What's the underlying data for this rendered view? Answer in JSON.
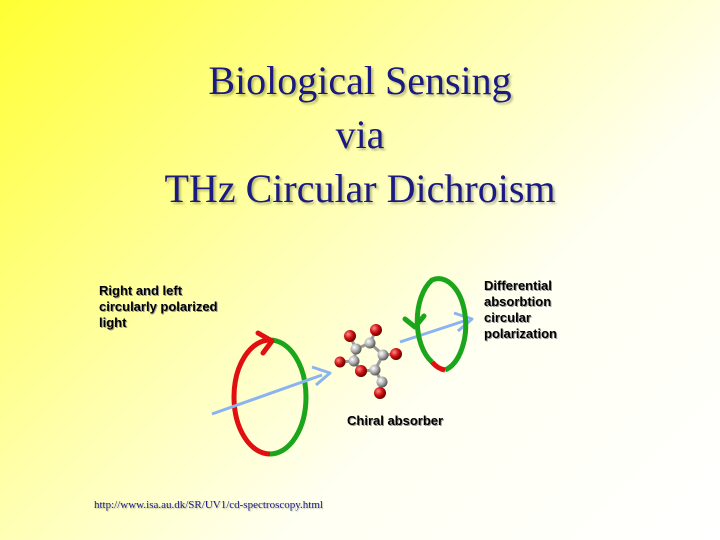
{
  "title": {
    "line1": "Biological Sensing",
    "line2": "via",
    "line3": "THz Circular Dichroism"
  },
  "labels": {
    "left_line1": "Right and left",
    "left_line2": "circularly polarized",
    "left_line3": "light",
    "right_line1": "Differential",
    "right_line2": "absorbtion",
    "right_line3": "circular",
    "right_line4": "polarization",
    "center": "Chiral absorber"
  },
  "source_url": "http://www.isa.au.dk/SR/UV1/cd-spectroscopy.html",
  "colors": {
    "title": "#1a1a80",
    "green_circle": "#1aa51a",
    "red_circle": "#e01010",
    "beam": "#8ab4f0",
    "atom_oxygen": "#d01010",
    "atom_carbon": "#a8a8a8"
  }
}
